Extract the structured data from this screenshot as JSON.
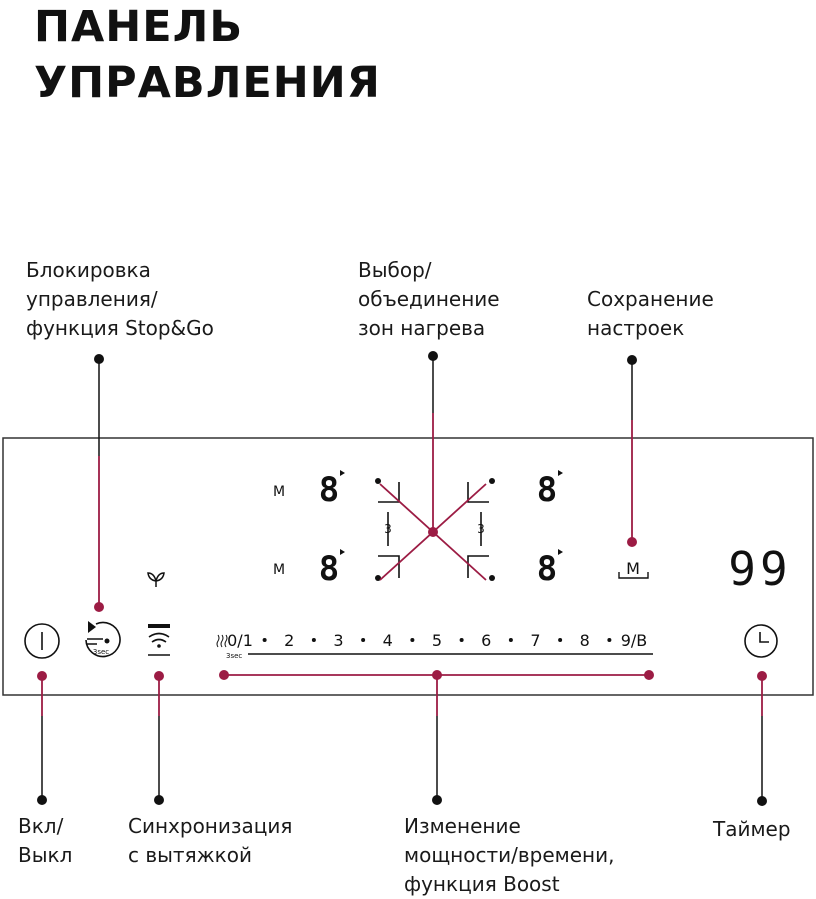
{
  "title": {
    "line1": "ПАНЕЛЬ",
    "line2": "УПРАВЛЕНИЯ"
  },
  "labels": {
    "lock": [
      "Блокировка",
      "управления/",
      "функция Stop&Go"
    ],
    "zone_select": [
      "Выбор/",
      "объединение",
      "зон нагрева"
    ],
    "save": [
      "Сохранение",
      "настроек"
    ],
    "on_off": [
      "Вкл/",
      "Выкл"
    ],
    "hood_sync": [
      "Синхронизация",
      "с вытяжкой"
    ],
    "power_change": [
      "Изменение",
      "мощности/времени,",
      "функция Boost"
    ],
    "timer": [
      "Таймер"
    ]
  },
  "panel": {
    "zone_mode_letter": "M",
    "zone_digit": "8",
    "zone_separator": "3",
    "memory_key": "M",
    "timer_display": "99",
    "lock_sublabel": "3sec",
    "slider_sublabel": "3sec",
    "slider_ticks": [
      "0/1",
      "2",
      "3",
      "4",
      "5",
      "6",
      "7",
      "8",
      "9/B"
    ]
  },
  "colors": {
    "accent": "#9c1c44",
    "line": "#111111",
    "frame": "#333333"
  },
  "icons": [
    "power-icon",
    "lock-icon",
    "hood-sync-icon",
    "fan-icon",
    "timer-icon",
    "heat-icon"
  ]
}
